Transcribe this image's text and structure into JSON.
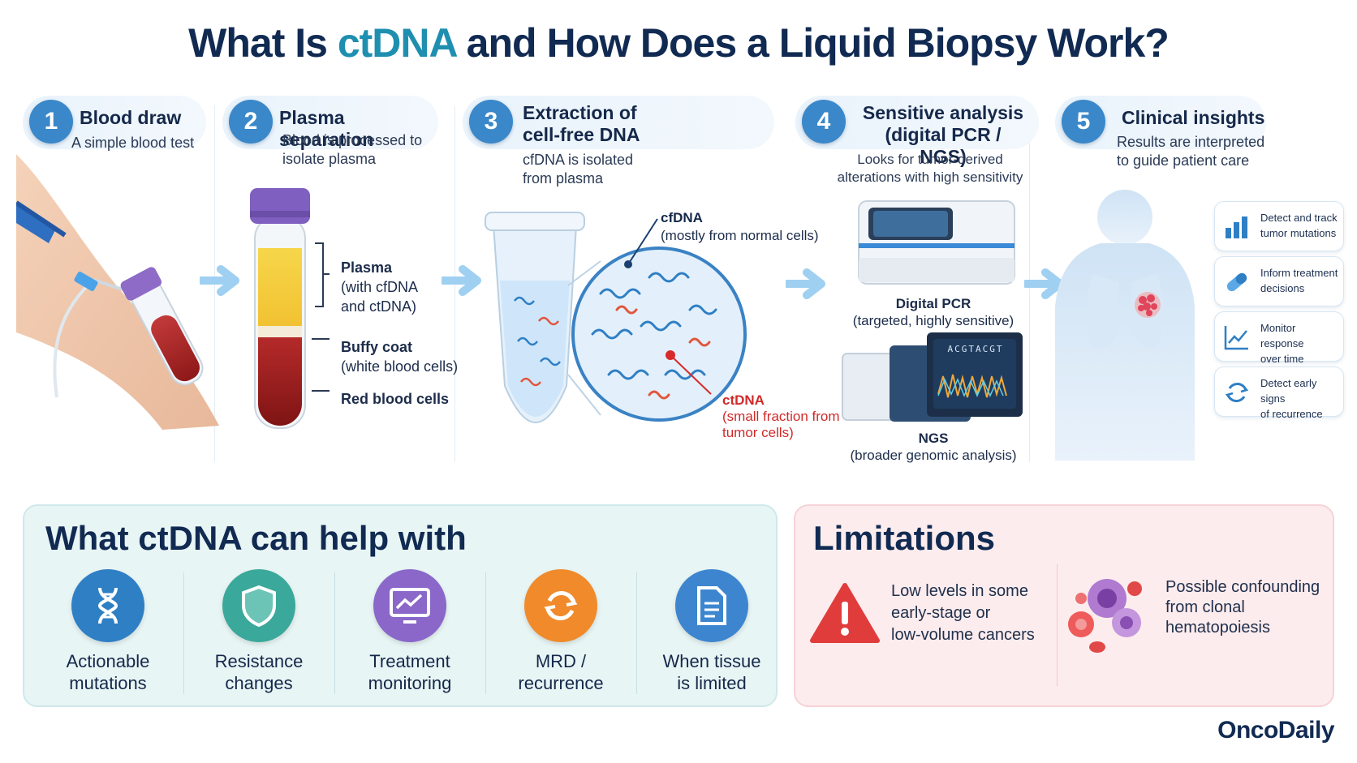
{
  "title": {
    "pre": "What Is ",
    "highlight": "ctDNA",
    "post": " and How Does a Liquid Biopsy Work?"
  },
  "steps": [
    {
      "number": "1",
      "title": "Blood draw",
      "subtitle": "A simple blood test"
    },
    {
      "number": "2",
      "title": "Plasma separation",
      "subtitle_l1": "Blood is processed to",
      "subtitle_l2": "isolate plasma",
      "labels": {
        "plasma_l1": "Plasma",
        "plasma_l2": "(with cfDNA",
        "plasma_l3": "and ctDNA)",
        "buffy_l1": "Buffy coat",
        "buffy_l2": "(white blood cells)",
        "rbc": "Red blood cells"
      }
    },
    {
      "number": "3",
      "title_l1": "Extraction of",
      "title_l2": "cell-free DNA",
      "subtitle_l1": "cfDNA is isolated",
      "subtitle_l2": "from plasma",
      "labels": {
        "cfdna": "cfDNA",
        "cfdna_sub": "(mostly from normal cells)",
        "ctdna": "ctDNA",
        "ctdna_sub_l1": "(small fraction from",
        "ctdna_sub_l2": "tumor cells)"
      }
    },
    {
      "number": "4",
      "title_l1": "Sensitive analysis",
      "title_l2": "(digital PCR / NGS)",
      "subtitle_l1": "Looks for tumor-derived",
      "subtitle_l2": "alterations with high sensitivity",
      "labels": {
        "pcr": "Digital PCR",
        "pcr_sub": "(targeted, highly sensitive)",
        "ngs": "NGS",
        "ngs_sub": "(broader genomic analysis)",
        "seq": "ACGTACGT"
      }
    },
    {
      "number": "5",
      "title": "Clinical insights",
      "subtitle_l1": "Results are interpreted",
      "subtitle_l2": "to guide patient care",
      "cards": [
        {
          "l1": "Detect and track",
          "l2": "tumor mutations",
          "icon": "bar-chart-icon"
        },
        {
          "l1": "Inform treatment",
          "l2": "decisions",
          "icon": "pill-icon"
        },
        {
          "l1": "Monitor response",
          "l2": "over time",
          "icon": "trend-line-icon"
        },
        {
          "l1": "Detect early signs",
          "l2": "of recurrence",
          "icon": "recurrence-cycle-icon"
        }
      ]
    }
  ],
  "help": {
    "title": "What ctDNA can help with",
    "items": [
      {
        "l1": "Actionable",
        "l2": "mutations",
        "icon": "dna-icon",
        "color": "#2f7fc4"
      },
      {
        "l1": "Resistance",
        "l2": "changes",
        "icon": "shield-icon",
        "color": "#3aa89a"
      },
      {
        "l1": "Treatment",
        "l2": "monitoring",
        "icon": "monitor-chart-icon",
        "color": "#8a67c9"
      },
      {
        "l1": "MRD /",
        "l2": "recurrence",
        "icon": "refresh-icon",
        "color": "#f08a2a"
      },
      {
        "l1": "When tissue",
        "l2": "is limited",
        "icon": "document-icon",
        "color": "#3d86cf"
      }
    ]
  },
  "limitations": {
    "title": "Limitations",
    "items": [
      {
        "l1": "Low levels in some",
        "l2": "early-stage or",
        "l3": "low-volume cancers",
        "icon": "warning-icon"
      },
      {
        "l1": "Possible confounding",
        "l2": "from clonal",
        "l3": "hematopoiesis",
        "icon": "blood-cells-icon"
      }
    ]
  },
  "brand": "OncoDaily"
}
